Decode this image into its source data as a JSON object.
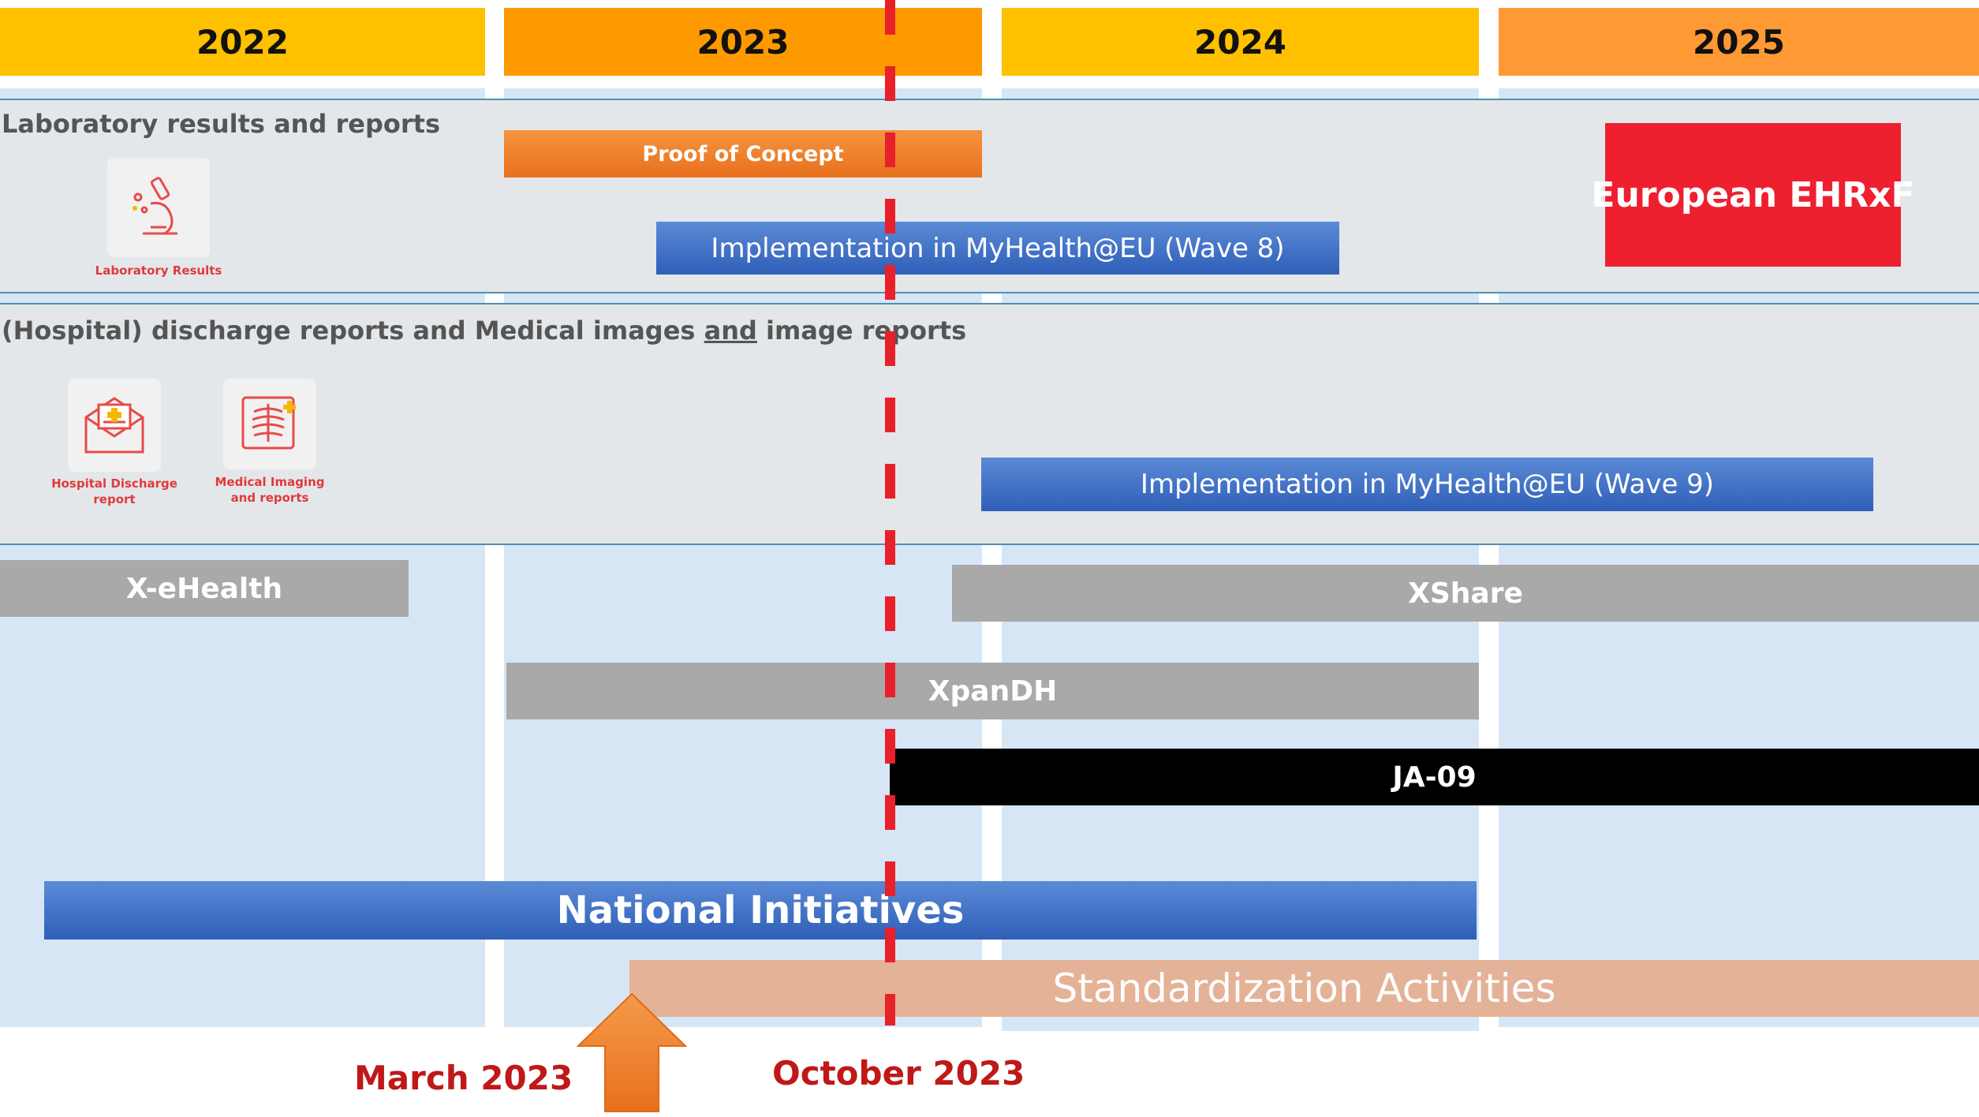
{
  "years": [
    "2022",
    "2023",
    "2024",
    "2025"
  ],
  "colors": {
    "year_yellow": "#ffc000",
    "year_orange": "#ff9900",
    "year_orange_light": "#ff9933",
    "column_bg": "#d6e6f5",
    "band_bg": "#e3e7ea",
    "blue_bar": "#3566c4",
    "grey_bar": "#a9a9a9",
    "proof_orange": "#f07d20",
    "ehrxf_red": "#ee2030",
    "marker_red": "#e8202a",
    "standardization": "#e4b297",
    "arrow_orange": "#f07d20",
    "label_red": "#c01818"
  },
  "sections": {
    "lab": {
      "title": "Laboratory results and reports",
      "icon": "microscope-icon",
      "icon_label": "Laboratory Results"
    },
    "discharge": {
      "title_part1": "(Hospital) discharge reports and Medical images ",
      "title_and": "and",
      "title_part2": " image reports",
      "icons": [
        {
          "name": "envelope-medical-icon",
          "label_line1": "Hospital Discharge",
          "label_line2": "report"
        },
        {
          "name": "xray-icon",
          "label_line1": "Medical Imaging",
          "label_line2": "and reports"
        }
      ]
    }
  },
  "bars": {
    "proof_of_concept": "Proof of Concept",
    "wave8": "Implementation in MyHealth@EU (Wave 8)",
    "european_ehrxf": "European EHRxF",
    "wave9": "Implementation in MyHealth@EU (Wave 9)",
    "x_ehealth": "X-eHealth",
    "xshare": "XShare",
    "xpandh": "XpanDH",
    "ja09": "JA-09",
    "national": "National Initiatives",
    "standardization": "Standardization Activities"
  },
  "markers": {
    "march": "March 2023",
    "october": "October 2023"
  }
}
